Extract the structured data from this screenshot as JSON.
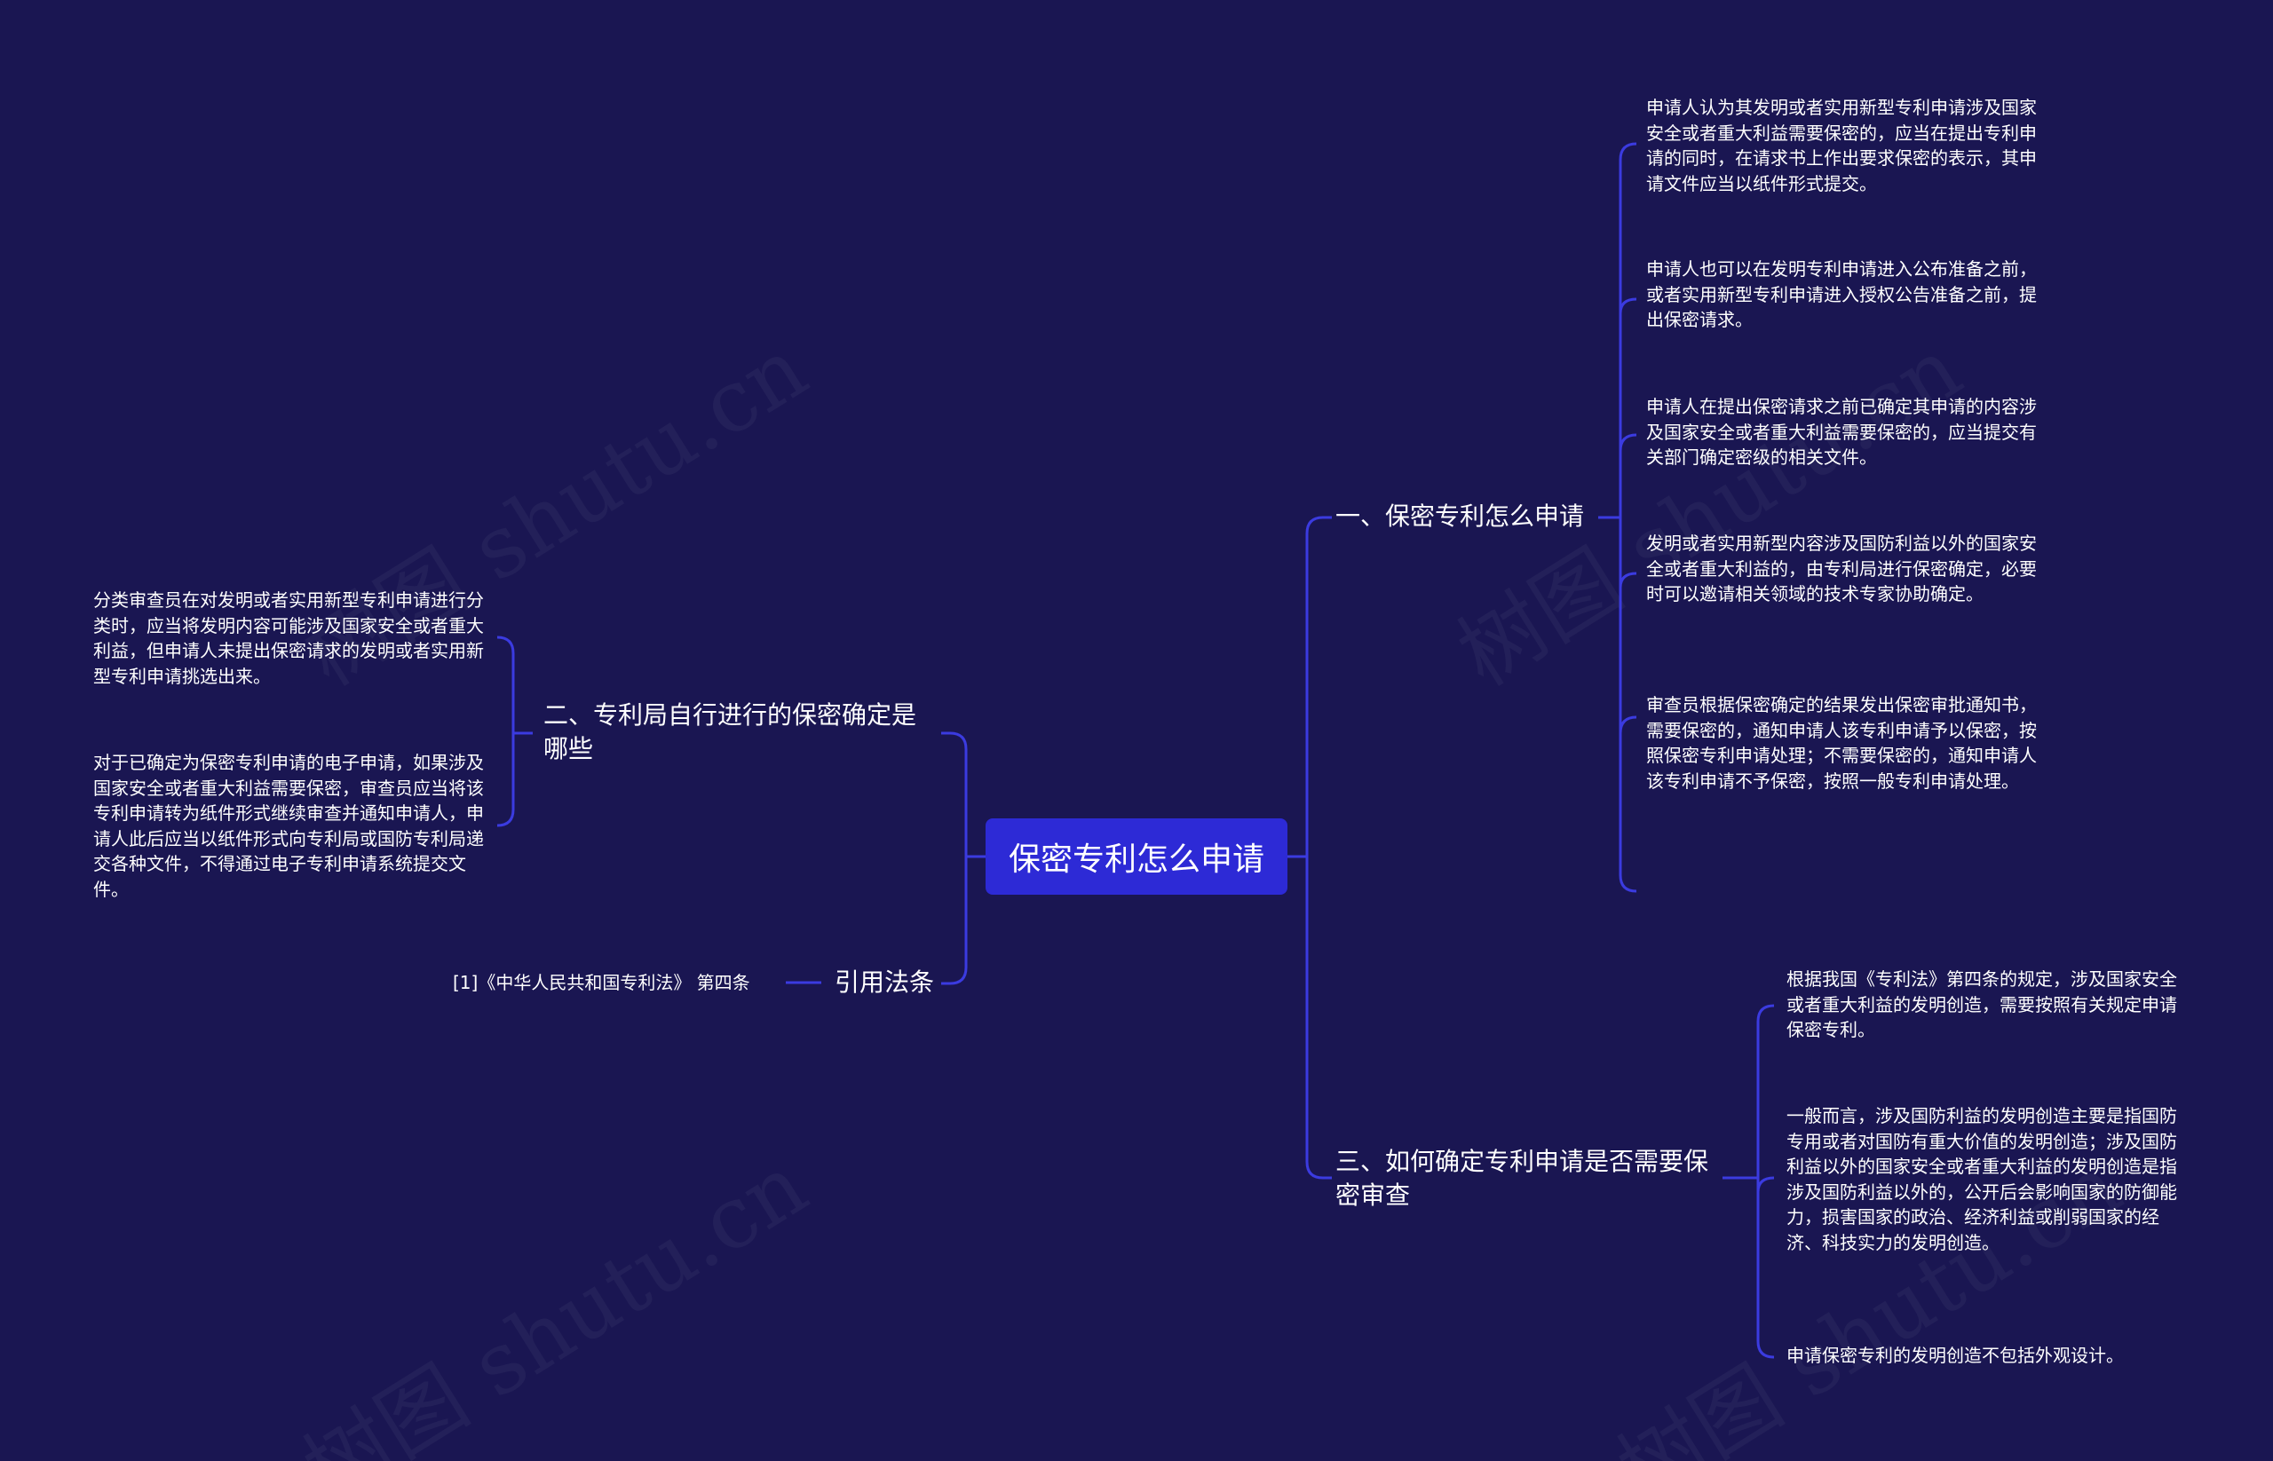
{
  "root": {
    "label": "保密专利怎么申请"
  },
  "branches": {
    "b1": {
      "label": "一、保密专利怎么申请",
      "leaves": [
        "申请人认为其发明或者实用新型专利申请涉及国家安全或者重大利益需要保密的，应当在提出专利申请的同时，在请求书上作出要求保密的表示，其申请文件应当以纸件形式提交。",
        "申请人也可以在发明专利申请进入公布准备之前，或者实用新型专利申请进入授权公告准备之前，提出保密请求。",
        "申请人在提出保密请求之前已确定其申请的内容涉及国家安全或者重大利益需要保密的，应当提交有关部门确定密级的相关文件。",
        "发明或者实用新型内容涉及国防利益以外的国家安全或者重大利益的，由专利局进行保密确定，必要时可以邀请相关领域的技术专家协助确定。",
        "审查员根据保密确定的结果发出保密审批通知书，需要保密的，通知申请人该专利申请予以保密，按照保密专利申请处理；不需要保密的，通知申请人该专利申请不予保密，按照一般专利申请处理。"
      ]
    },
    "b3": {
      "label": "三、如何确定专利申请是否需要保密审查",
      "leaves": [
        "根据我国《专利法》第四条的规定，涉及国家安全或者重大利益的发明创造，需要按照有关规定申请保密专利。",
        "一般而言，涉及国防利益的发明创造主要是指国防专用或者对国防有重大价值的发明创造；涉及国防利益以外的国家安全或者重大利益的发明创造是指涉及国防利益以外的，公开后会影响国家的防御能力，损害国家的政治、经济利益或削弱国家的经济、科技实力的发明创造。",
        "申请保密专利的发明创造不包括外观设计。"
      ]
    },
    "b2": {
      "label": "二、专利局自行进行的保密确定是哪些",
      "leaves": [
        "分类审查员在对发明或者实用新型专利申请进行分类时，应当将发明内容可能涉及国家安全或者重大利益，但申请人未提出保密请求的发明或者实用新型专利申请挑选出来。",
        "对于已确定为保密专利申请的电子申请，如果涉及国家安全或者重大利益需要保密，审查员应当将该专利申请转为纸件形式继续审查并通知申请人，申请人此后应当以纸件形式向专利局或国防专利局递交各种文件，不得通过电子专利申请系统提交文件。"
      ]
    },
    "ref": {
      "label": "引用法条",
      "leaves": [
        "[1]《中华人民共和国专利法》 第四条"
      ]
    }
  },
  "watermark": "树图 shutu.cn",
  "colors": {
    "background": "#1a1652",
    "root_fill": "#2d2ad6",
    "line": "#3b3be0",
    "text": "#ffffff"
  }
}
